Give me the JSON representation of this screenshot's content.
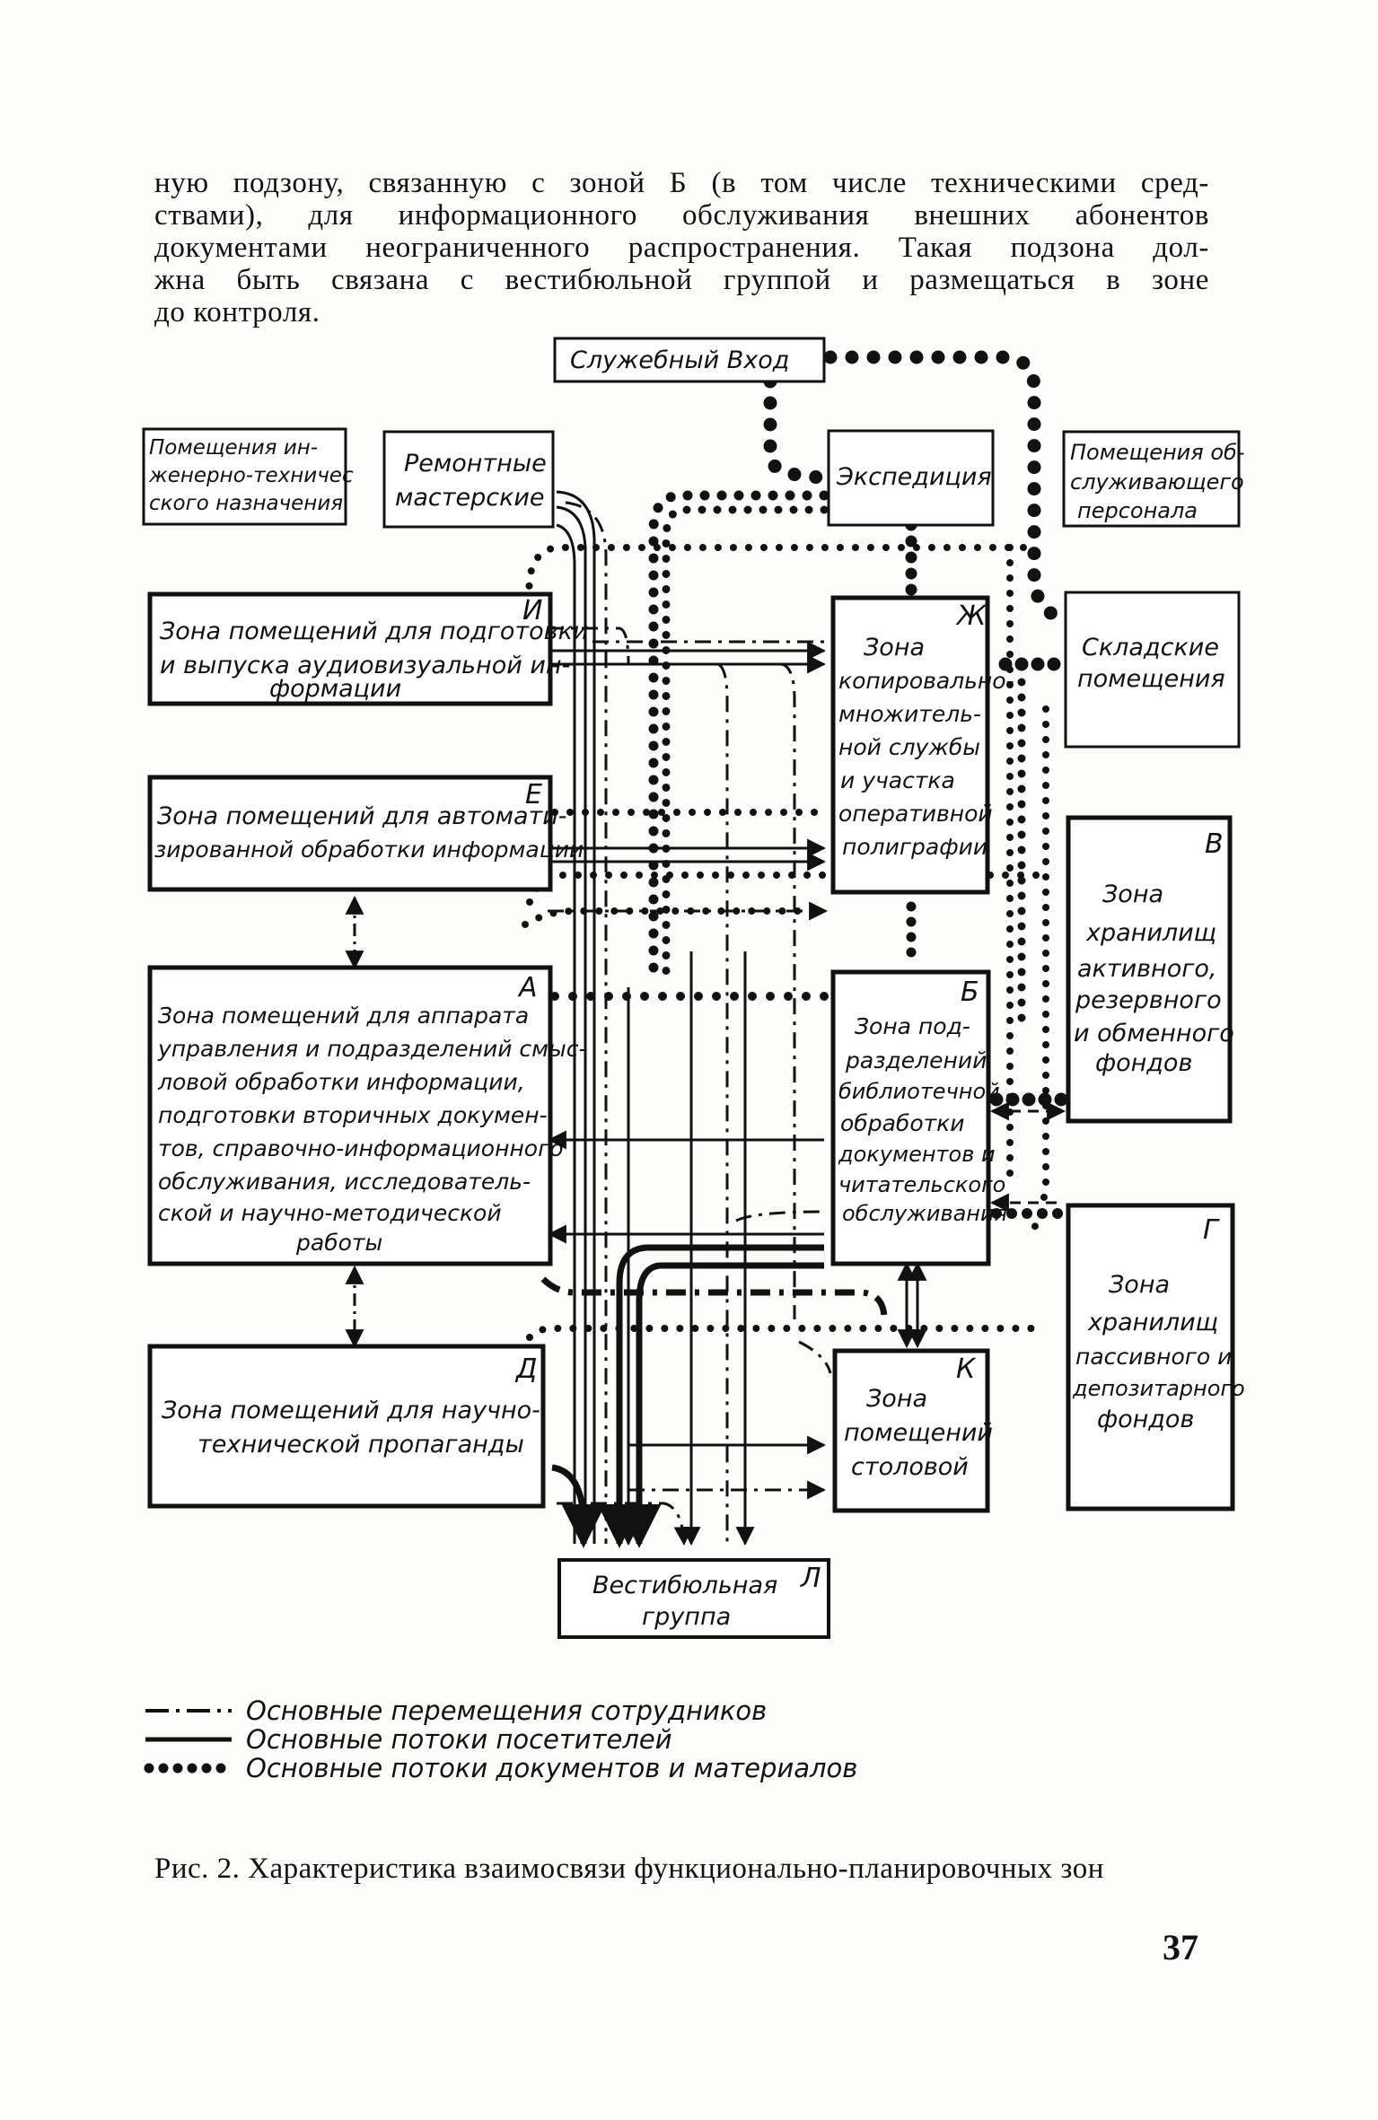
{
  "intro_text": [
    "ную подзону, связанную с зоной Б (в том числе техническими сред-",
    "ствами), для информационного обслуживания внешних абонентов",
    "документами неограниченного распространения. Такая подзона дол-",
    "жна быть связана с вестибюльной группой и размещаться в зоне",
    "до контроля."
  ],
  "diagram": {
    "boxes": {
      "service_entrance": {
        "lines": [
          "Служебный  Вход"
        ]
      },
      "engineering_rooms": {
        "lines": [
          "Помещения ин-",
          "женерно-техничес",
          "ского назначения"
        ]
      },
      "repair_workshops": {
        "lines": [
          "Ремонтные",
          "мастерские"
        ]
      },
      "expedition": {
        "lines": [
          "Экспедиция"
        ]
      },
      "staff_rooms": {
        "lines": [
          "Помещения об-",
          "служивающего",
          "персонала"
        ]
      },
      "zone_i": {
        "letter": "И",
        "lines": [
          "Зона помещений для подготовки",
          "и выпуска аудиовизуальной ин-",
          "формации"
        ]
      },
      "zone_zh": {
        "letter": "Ж",
        "lines": [
          "Зона",
          "копировально-",
          "множитель-",
          "ной службы",
          "и участка",
          "оперативной",
          "полиграфии"
        ]
      },
      "warehouse": {
        "lines": [
          "Складские",
          "помещения"
        ]
      },
      "zone_e": {
        "letter": "Е",
        "lines": [
          "Зона помещений для автомати-",
          "зированной обработки информации"
        ]
      },
      "zone_v": {
        "letter": "В",
        "lines": [
          "Зона",
          "хранилищ",
          "активного,",
          "резервного",
          "и обменного",
          "фондов"
        ]
      },
      "zone_a": {
        "letter": "А",
        "lines": [
          "Зона помещений для аппарата",
          "управления и подразделений смыс-",
          "ловой обработки информации,",
          "подготовки вторичных докумен-",
          "тов, справочно-информационного",
          "обслуживания, исследователь-",
          "ской и научно-методической",
          "работы"
        ]
      },
      "zone_b": {
        "letter": "Б",
        "lines": [
          "Зона под-",
          "разделений",
          "библиотечной",
          "обработки",
          "документов и",
          "читательского",
          "обслуживания"
        ]
      },
      "zone_g": {
        "letter": "Г",
        "lines": [
          "Зона",
          "хранилищ",
          "пассивного и",
          "депозитарного",
          "фондов"
        ]
      },
      "zone_d": {
        "letter": "Д",
        "lines": [
          "Зона помещений для научно-",
          "технической пропаганды"
        ]
      },
      "zone_k": {
        "letter": "К",
        "lines": [
          "Зона",
          "помещений",
          "столовой"
        ]
      },
      "zone_l": {
        "letter": "Л",
        "lines": [
          "Вестибюльная",
          "группа"
        ]
      }
    }
  },
  "legend": [
    {
      "style": "dash-dot",
      "label": "Основные перемещения сотрудников"
    },
    {
      "style": "solid",
      "label": "Основные потоки посетителей"
    },
    {
      "style": "dotted",
      "label": "Основные потоки документов и материалов"
    }
  ],
  "caption": "Рис. 2. Характеристика взаимосвязи функционально-планировочных зон",
  "page_number": "37"
}
